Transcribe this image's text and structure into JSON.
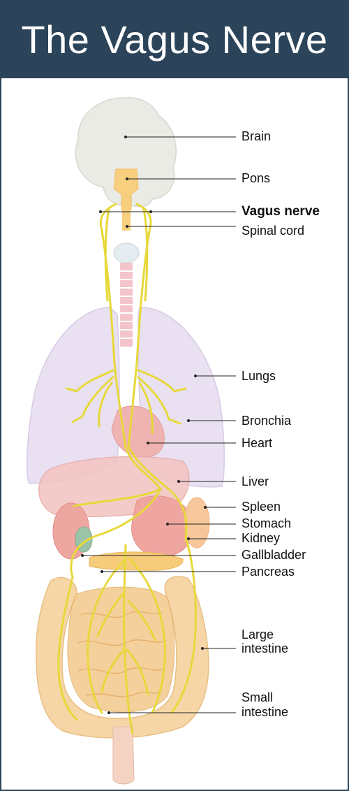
{
  "title": "The Vagus Nerve",
  "labels": {
    "brain": "Brain",
    "pons": "Pons",
    "vagus": "Vagus nerve",
    "spinal": "Spinal cord",
    "lungs": "Lungs",
    "bronchia": "Bronchia",
    "heart": "Heart",
    "liver": "Liver",
    "spleen": "Spleen",
    "stomach": "Stomach",
    "kidney": "Kidney",
    "gallbladder": "Gallbladder",
    "pancreas": "Pancreas",
    "large_intestine_1": "Large",
    "large_intestine_2": "intestine",
    "small_intestine_1": "Small",
    "small_intestine_2": "intestine"
  },
  "colors": {
    "header": "#2b4459",
    "nerve": "#e7d83a",
    "brain": "#ebebe6",
    "lungs": "#e7dff0",
    "liver": "#f2c6c3",
    "intestine": "#f6d6a6"
  }
}
